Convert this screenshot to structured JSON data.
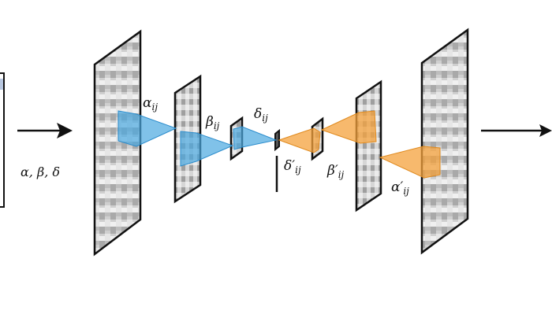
{
  "diagram": {
    "title": "Encoder-decoder feature map pyramid with receptive-field cones",
    "input_params": {
      "base": "α, β, δ"
    },
    "encoder_labels": [
      {
        "name": "alpha",
        "base": "α",
        "sub": "ij"
      },
      {
        "name": "beta",
        "base": "β",
        "sub": "ij"
      },
      {
        "name": "delta",
        "base": "δ",
        "sub": "ij"
      }
    ],
    "decoder_labels": [
      {
        "name": "delta-prime",
        "base": "δ′",
        "sub": "ij"
      },
      {
        "name": "beta-prime",
        "base": "β′",
        "sub": "ij"
      },
      {
        "name": "alpha-prime",
        "base": "α′",
        "sub": "ij"
      }
    ],
    "colors": {
      "encoder_cone": "#4aa8e0",
      "decoder_cone": "#f4a23c",
      "frame": "#111111",
      "map_dark": "#9a9a9a",
      "map_light": "#d8d8d8"
    }
  }
}
